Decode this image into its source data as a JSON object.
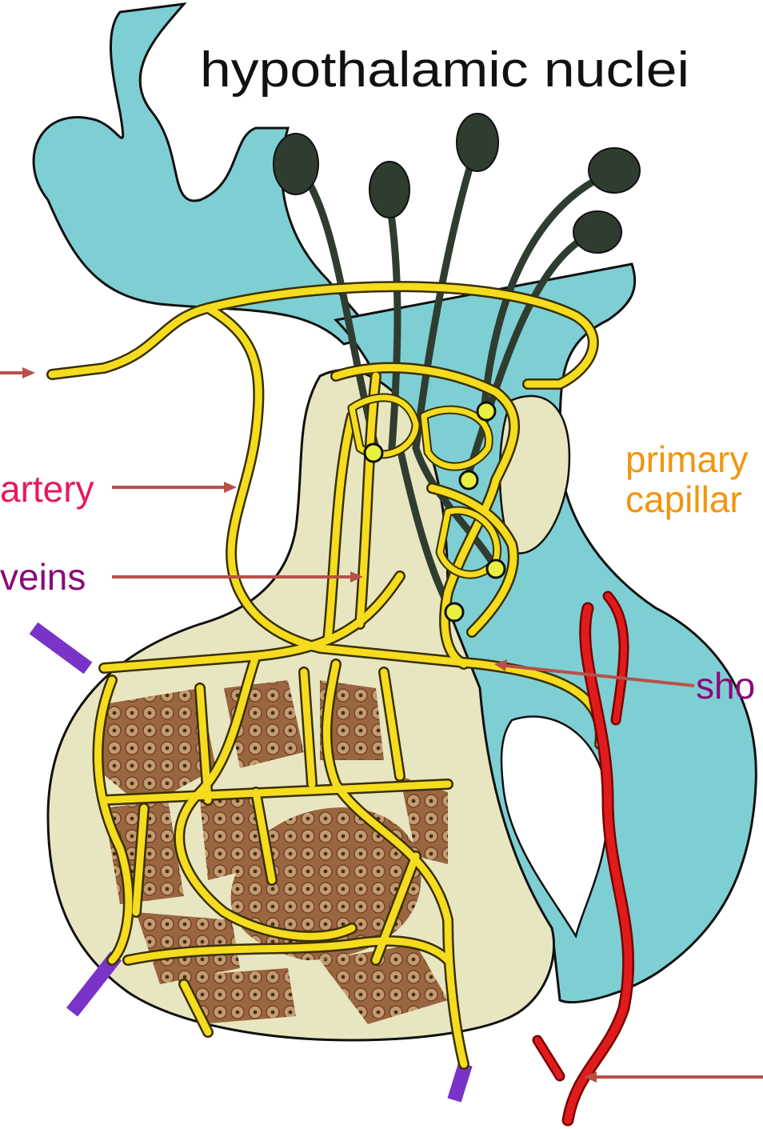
{
  "title": "hypothalamic nuclei",
  "labels": {
    "artery": "artery",
    "veins": "veins",
    "primary": "primary",
    "capillary": "capillar",
    "shunt": "sho"
  },
  "colors": {
    "brain_tissue": "#7ecfd3",
    "gland_tissue": "#e8e6c0",
    "capillary_vessel": "#f5dc1e",
    "artery_red": "#e01b1b",
    "neuron_dark": "#2f3d30",
    "nerve_terminal": "#e9f040",
    "vein_purple": "#7a33c9",
    "cell_cluster": "#a9744a",
    "arrow": "#b8504a",
    "label_artery": "#e8195a",
    "label_veins": "#8b0a7a",
    "label_primary": "#f2950f"
  }
}
